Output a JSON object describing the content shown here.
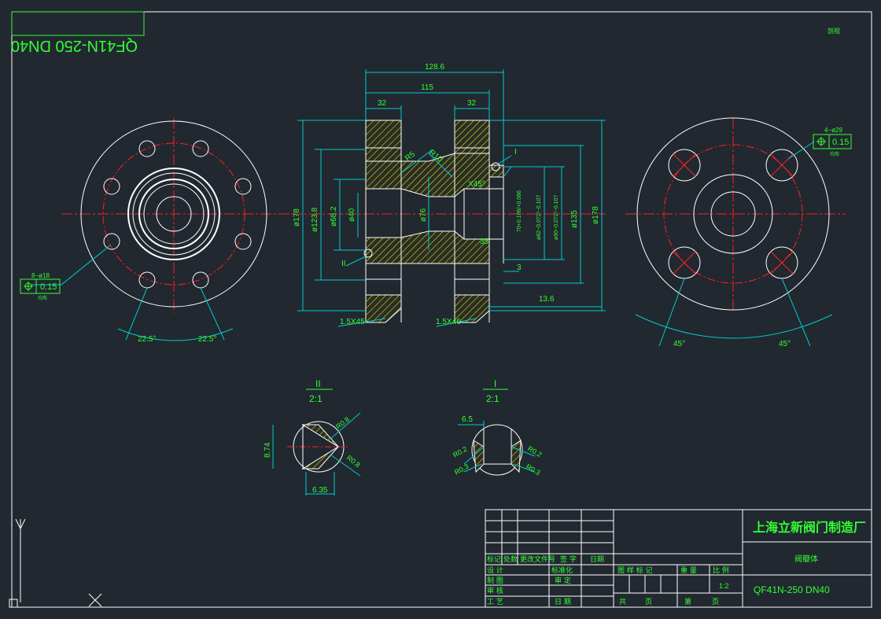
{
  "drawing": {
    "code_mirrored": "QF41N-250 DN40",
    "top_right_mark": "剖视",
    "dims": {
      "d128_6": "128.6",
      "d115": "115",
      "d32a": "32",
      "d32b": "32",
      "r5": "R5",
      "r10": "R10",
      "phi178_left": "ø178",
      "phi123_8": "ø123.8",
      "phi68_2": "ø68.2",
      "phi40": "ø40",
      "phi76": "ø76",
      "phi70": "70+0.106/+0.086",
      "phi82": "ø82−0.072/−0.107",
      "phi90": "ø90−0.072/−0.107",
      "phi135": "ø135",
      "phi178_right": "ø178",
      "x45": "X45°",
      "d35": "35",
      "d3": "3",
      "d13_6": "13.6",
      "ch_left": "1.5X45",
      "ch_right": "1.5X46",
      "mark_I": "I",
      "mark_II": "II"
    },
    "left_view": {
      "hole_callout": "8−ø18",
      "tol_value": "0.15",
      "tol_sub": "均布",
      "angle_a": "22.5°",
      "angle_b": "22.5°"
    },
    "right_view": {
      "hole_callout": "4−ø29",
      "tol_value": "0.15",
      "tol_sub": "均布",
      "angle_a": "45°",
      "angle_b": "45°"
    },
    "detail_II": {
      "label": "II",
      "scale": "2:1",
      "r1": "R0.8",
      "r2": "R0.8",
      "h": "8.74",
      "w": "6.35"
    },
    "detail_I": {
      "label": "I",
      "scale": "2:1",
      "w": "6.5",
      "r1": "R0.2",
      "r2": "R0.3",
      "r3": "R0.2",
      "r4": "R0.3"
    }
  },
  "title_block": {
    "company": "上海立新阀门制造厂",
    "part_name": "阀瓣体",
    "drawing_no": "QF41N-250 DN40",
    "scale": "1:2",
    "rev_headers": [
      "标记",
      "处数",
      "更改文件号",
      "签 字",
      "日期"
    ],
    "role_design": "设 计",
    "role_draw": "制 图",
    "role_check": "审 核",
    "role_process": "工 艺",
    "std": "标准化",
    "approve": "审 定",
    "date": "日 期",
    "material_mark": "图 样 标 记",
    "weight": "重 量",
    "ratio": "比 例",
    "total": "共",
    "sheet_unit": "页",
    "sheet": "第",
    "sheet_unit2": "页"
  },
  "colors": {
    "bg": "#212830",
    "white": "#ffffff",
    "green": "#33ff33",
    "cyan": "#00cccc",
    "red": "#ff2020",
    "yellow": "#d8d830"
  }
}
